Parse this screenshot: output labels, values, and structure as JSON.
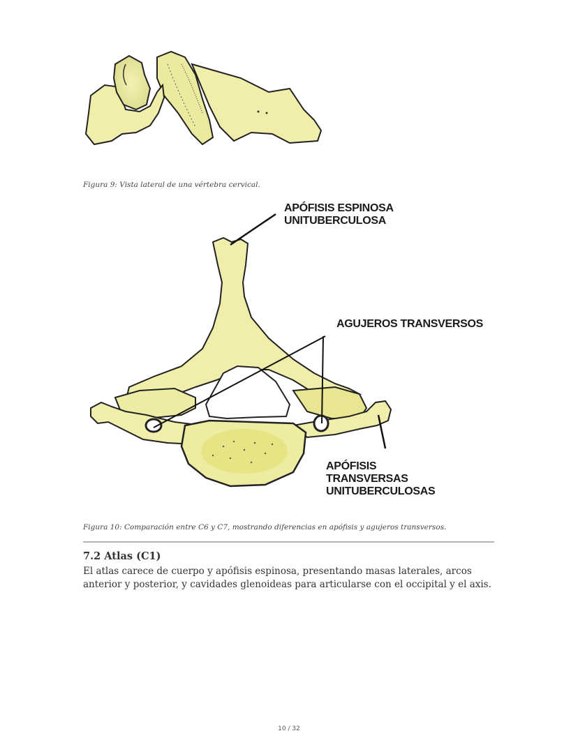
{
  "figure9": {
    "caption": "Figura 9: Vista lateral de una vértebra cervical.",
    "image_description": "lateral-view-cervical-vertebra",
    "bone_color": "#f0eeaa"
  },
  "figure10": {
    "caption": "Figura 10: Comparación entre C6 y C7, mostrando diferencias en apófisis y agujeros transversos.",
    "image_description": "superior-view-cervical-vertebra-c7",
    "labels": {
      "spinous_line1": "APÓFISIS ESPINOSA",
      "spinous_line2": "UNITUBERCULOSA",
      "foramina": "AGUJEROS TRANSVERSOS",
      "transverse_line1": "APÓFISIS",
      "transverse_line2": "TRANSVERSAS",
      "transverse_line3": "UNITUBERCULOSAS"
    },
    "bone_color": "#f0eeaa"
  },
  "section": {
    "heading": "7.2 Atlas (C1)",
    "body": "El atlas carece de cuerpo y apófisis espinosa, presentando masas laterales, arcos anterior y posterior, y cavidades glenoideas para articularse con el occipital y el axis."
  },
  "footer": {
    "page_number": "10 / 32"
  }
}
